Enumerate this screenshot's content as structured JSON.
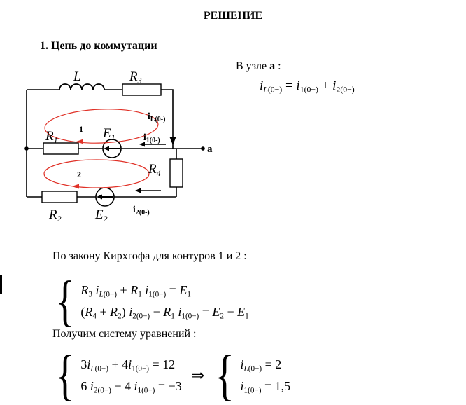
{
  "page": {
    "title": "РЕШЕНИЕ",
    "section_heading": "1. Цепь до коммутации"
  },
  "circuit": {
    "loop_color": "#e03127",
    "labels": {
      "inductor": "L",
      "r3": {
        "base": "R",
        "sub": "3"
      },
      "il": {
        "base": "i",
        "sub": "L(0-)"
      },
      "r1": {
        "base": "R",
        "sub": "1"
      },
      "e1": {
        "base": "E",
        "sub": "1"
      },
      "i1": {
        "base": "i",
        "sub": "1(0-)"
      },
      "node_a": "a",
      "r4": {
        "base": "R",
        "sub": "4"
      },
      "r2": {
        "base": "R",
        "sub": "2"
      },
      "e2": {
        "base": "E",
        "sub": "2"
      },
      "i2": {
        "base": "i",
        "sub": "2(0-)"
      },
      "loop1": "1",
      "loop2": "2"
    }
  },
  "node_block": {
    "prefix": "В узле",
    "node": "a",
    "colon": ":",
    "equation": "i_{L(0−)} = i_{1(0−)} + i_{2(0−)}"
  },
  "kirchhoff": {
    "intro": "По закону Кирхгофа для контуров 1 и 2 :",
    "brace": "{",
    "equations": [
      "R_{3} i_{L(0−)} + R_{1} i_{1(0−)} = E_{1}",
      "(R_{4} + R_{2}) i_{2(0−)} − R_{1} i_{1(0−)} = E_{2} − E_{1}"
    ]
  },
  "numeric": {
    "intro": "Получим систему уравнений :",
    "brace": "{",
    "equations": [
      "3i_{L(0−)} + 4i_{1(0−)} = 12",
      "6 i_{2(0−)} − 4 i_{1(0−)} = −3"
    ],
    "implies": "⇒",
    "result_brace": "{",
    "results": [
      "i_{L(0−)} = 2",
      "i_{1(0−)} = 1,5"
    ]
  }
}
